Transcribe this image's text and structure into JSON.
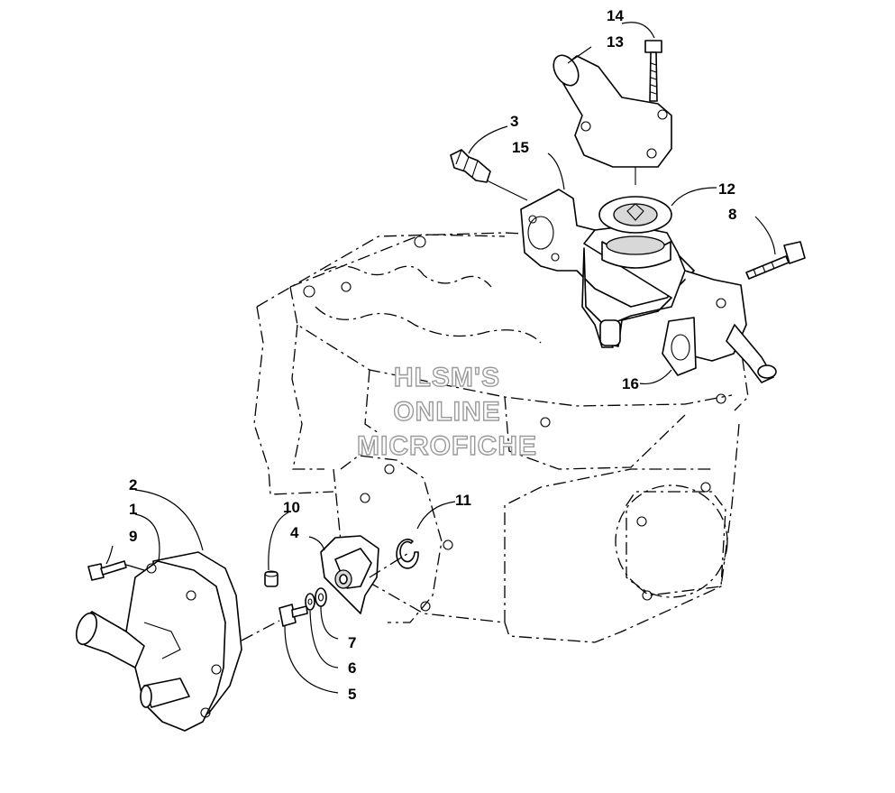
{
  "watermark": {
    "line1": "HLSM'S",
    "line2": "ONLINE",
    "line3": "MICROFICHE"
  },
  "callouts": {
    "p1": "1",
    "p2": "2",
    "p3": "3",
    "p4": "4",
    "p5": "5",
    "p6": "6",
    "p7": "7",
    "p8": "8",
    "p9": "9",
    "p10": "10",
    "p11": "11",
    "p12": "12",
    "p13": "13",
    "p14": "14",
    "p15": "15",
    "p16": "16"
  }
}
